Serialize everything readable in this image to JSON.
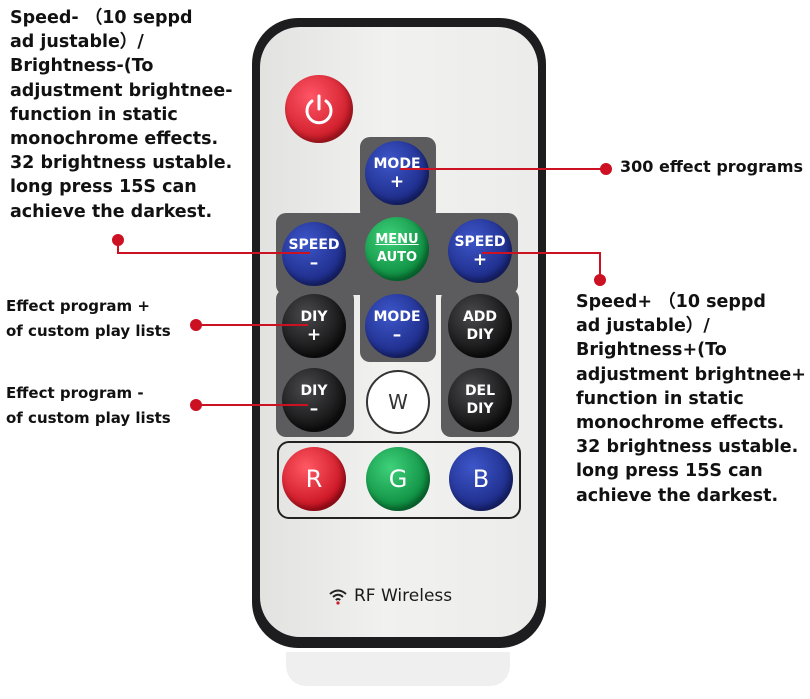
{
  "annotations": {
    "speed_minus": "Speed- （10 seppd\nad justable）/\nBrightness-(To\nadjustment brightnee-\nfunction in static\nmonochrome effects.\n32 brightness ustable.\nlong press 15S can\nachieve the darkest.",
    "effects_300": "300 effect  programs",
    "speed_plus": "Speed+ （10 seppd\nad justable）/\nBrightness+(To\nadjustment brightnee+\nfunction in static\nmonochrome effects.\n32 brightness ustable.\nlong press 15S can\nachieve the darkest.",
    "effect_plus": "Effect  program +\nof custom play lists",
    "effect_minus": "Effect  program -\nof custom play lists"
  },
  "buttons": {
    "mode_plus": {
      "top": "MODE",
      "bottom": "+"
    },
    "speed_minus": {
      "top": "SPEED",
      "bottom": "–"
    },
    "menu_auto": {
      "top": "MENU",
      "bottom": "AUTO"
    },
    "speed_plus": {
      "top": "SPEED",
      "bottom": "+"
    },
    "diy_plus": {
      "top": "DIY",
      "bottom": "+"
    },
    "mode_minus": {
      "top": "MODE",
      "bottom": "–"
    },
    "add_diy": {
      "top": "ADD",
      "bottom": "DIY"
    },
    "diy_minus": {
      "top": "DIY",
      "bottom": "–"
    },
    "white": "W",
    "del_diy": {
      "top": "DEL",
      "bottom": "DIY"
    },
    "red": "R",
    "green": "G",
    "blue": "B"
  },
  "footer": {
    "label": "RF Wireless",
    "icon": "wifi-icon"
  },
  "power": {
    "icon": "power-icon"
  },
  "colors": {
    "leader": "#cc1122",
    "button_blue": "#1f2d8c",
    "button_green": "#0f9a47",
    "button_red": "#d8152a",
    "panel": "#5c5c5e"
  }
}
